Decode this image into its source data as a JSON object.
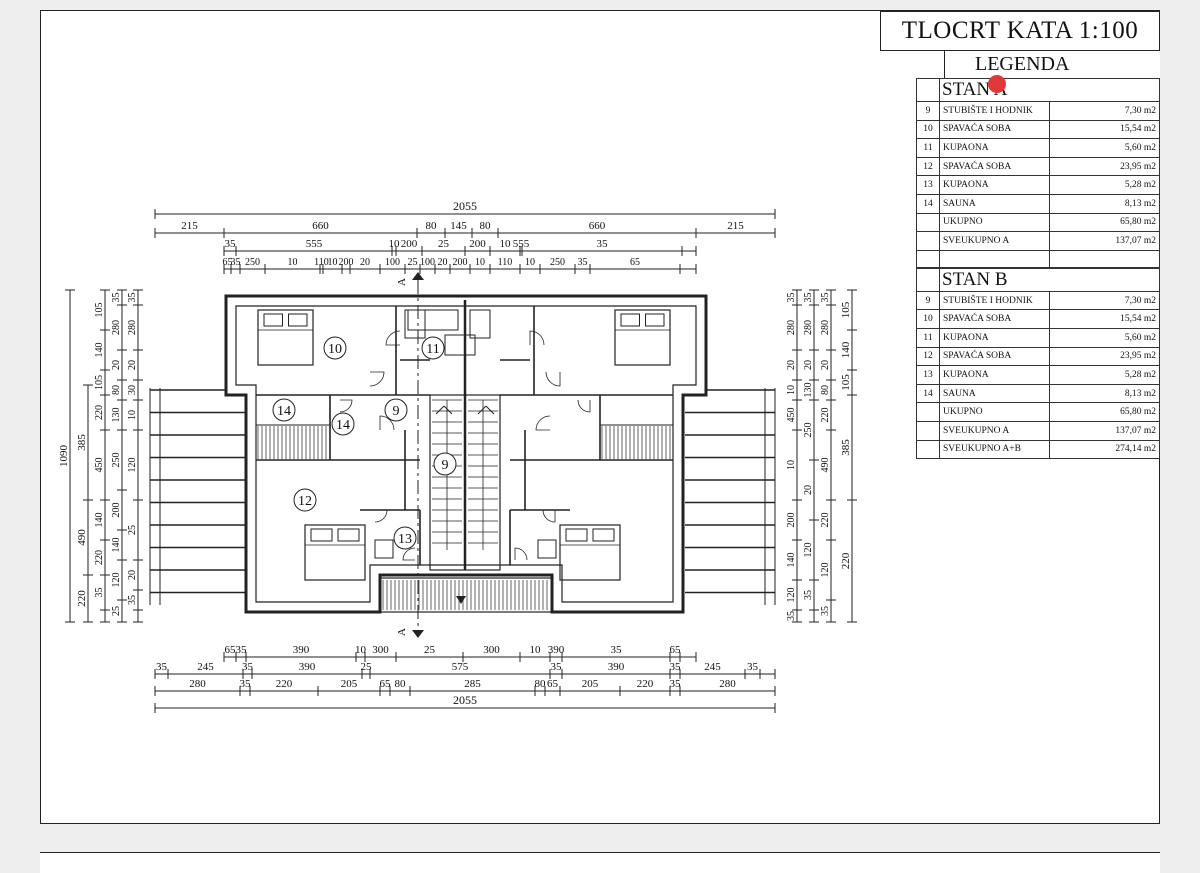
{
  "title": "TLOCRT KATA 1:100",
  "legend": {
    "title": "LEGENDA",
    "stan_a": {
      "heading": "STAN A",
      "rows": [
        {
          "num": "9",
          "name": "STUBIŠTE I HODNIK",
          "area": "7,30 m2"
        },
        {
          "num": "10",
          "name": "SPAVAĆA SOBA",
          "area": "15,54 m2"
        },
        {
          "num": "11",
          "name": "KUPAONA",
          "area": "5,60 m2"
        },
        {
          "num": "12",
          "name": "SPAVAĆA SOBA",
          "area": "23,95 m2"
        },
        {
          "num": "13",
          "name": "KUPAONA",
          "area": "5,28 m2"
        },
        {
          "num": "14",
          "name": "SAUNA",
          "area": "8,13 m2"
        }
      ],
      "total_label": "UKUPNO",
      "total_value": "65,80 m2",
      "grand_label": "SVEUKUPNO A",
      "grand_value": "137,07 m2"
    },
    "stan_b": {
      "heading": "STAN B",
      "rows": [
        {
          "num": "9",
          "name": "STUBIŠTE I HODNIK",
          "area": "7,30 m2"
        },
        {
          "num": "10",
          "name": "SPAVAĆA SOBA",
          "area": "15,54 m2"
        },
        {
          "num": "11",
          "name": "KUPAONA",
          "area": "5,60 m2"
        },
        {
          "num": "12",
          "name": "SPAVAĆA SOBA",
          "area": "23,95 m2"
        },
        {
          "num": "13",
          "name": "KUPAONA",
          "area": "5,28 m2"
        },
        {
          "num": "14",
          "name": "SAUNA",
          "area": "8,13 m2"
        }
      ],
      "total_label": "UKUPNO",
      "total_value": "65,80 m2",
      "grand_label": "SVEUKUPNO A",
      "grand_value": "137,07 m2",
      "grand_ab_label": "SVEUKUPNO A+B",
      "grand_ab_value": "274,14 m2"
    }
  },
  "plan": {
    "section_mark": "A",
    "room_labels": [
      "10",
      "11",
      "9",
      "14",
      "14",
      "9",
      "12",
      "13"
    ],
    "top_dims": {
      "row1": [
        "2055"
      ],
      "row2": [
        "215",
        "660",
        "80",
        "145",
        "80",
        "660",
        "215"
      ],
      "row3": [
        "35",
        "555",
        "10",
        "200",
        "25",
        "200",
        "10",
        "555",
        "35"
      ],
      "row4": [
        "65",
        "35",
        "250",
        "10",
        "110",
        "10",
        "200",
        "20",
        "100",
        "25",
        "100",
        "20",
        "200",
        "10",
        "110",
        "10",
        "250",
        "35",
        "65"
      ]
    },
    "bottom_dims": {
      "row1": [
        "65",
        "35",
        "390",
        "10",
        "300",
        "25",
        "300",
        "10",
        "390",
        "35",
        "65"
      ],
      "row2": [
        "35",
        "245",
        "35",
        "390",
        "25",
        "575",
        "35",
        "390",
        "35",
        "245",
        "35"
      ],
      "row3": [
        "280",
        "35",
        "220",
        "205",
        "65",
        "80",
        "285",
        "80",
        "65",
        "205",
        "220",
        "35",
        "280"
      ],
      "row4": [
        "2055"
      ]
    },
    "left_dims": {
      "overall": "1090",
      "col2": [
        "385",
        "490",
        "220"
      ],
      "col3": [
        "105",
        "140",
        "105",
        "220",
        "450",
        "140",
        "220",
        "35"
      ],
      "col4": [
        "35",
        "280",
        "20",
        "80",
        "130",
        "250",
        "200",
        "140",
        "120",
        "25"
      ],
      "col5": [
        "35",
        "280",
        "20",
        "30",
        "10",
        "120",
        "25",
        "20",
        "35"
      ]
    },
    "right_dims": {
      "col1": [
        "35",
        "280",
        "20",
        "10",
        "450",
        "10",
        "200",
        "140",
        "120",
        "35"
      ],
      "col2": [
        "35",
        "280",
        "20",
        "130",
        "250",
        "20",
        "120",
        "35"
      ],
      "col3": [
        "35",
        "280",
        "20",
        "80",
        "220",
        "490",
        "220",
        "120",
        "35"
      ],
      "col4": [
        "105",
        "140",
        "105",
        "385",
        "220"
      ]
    }
  }
}
